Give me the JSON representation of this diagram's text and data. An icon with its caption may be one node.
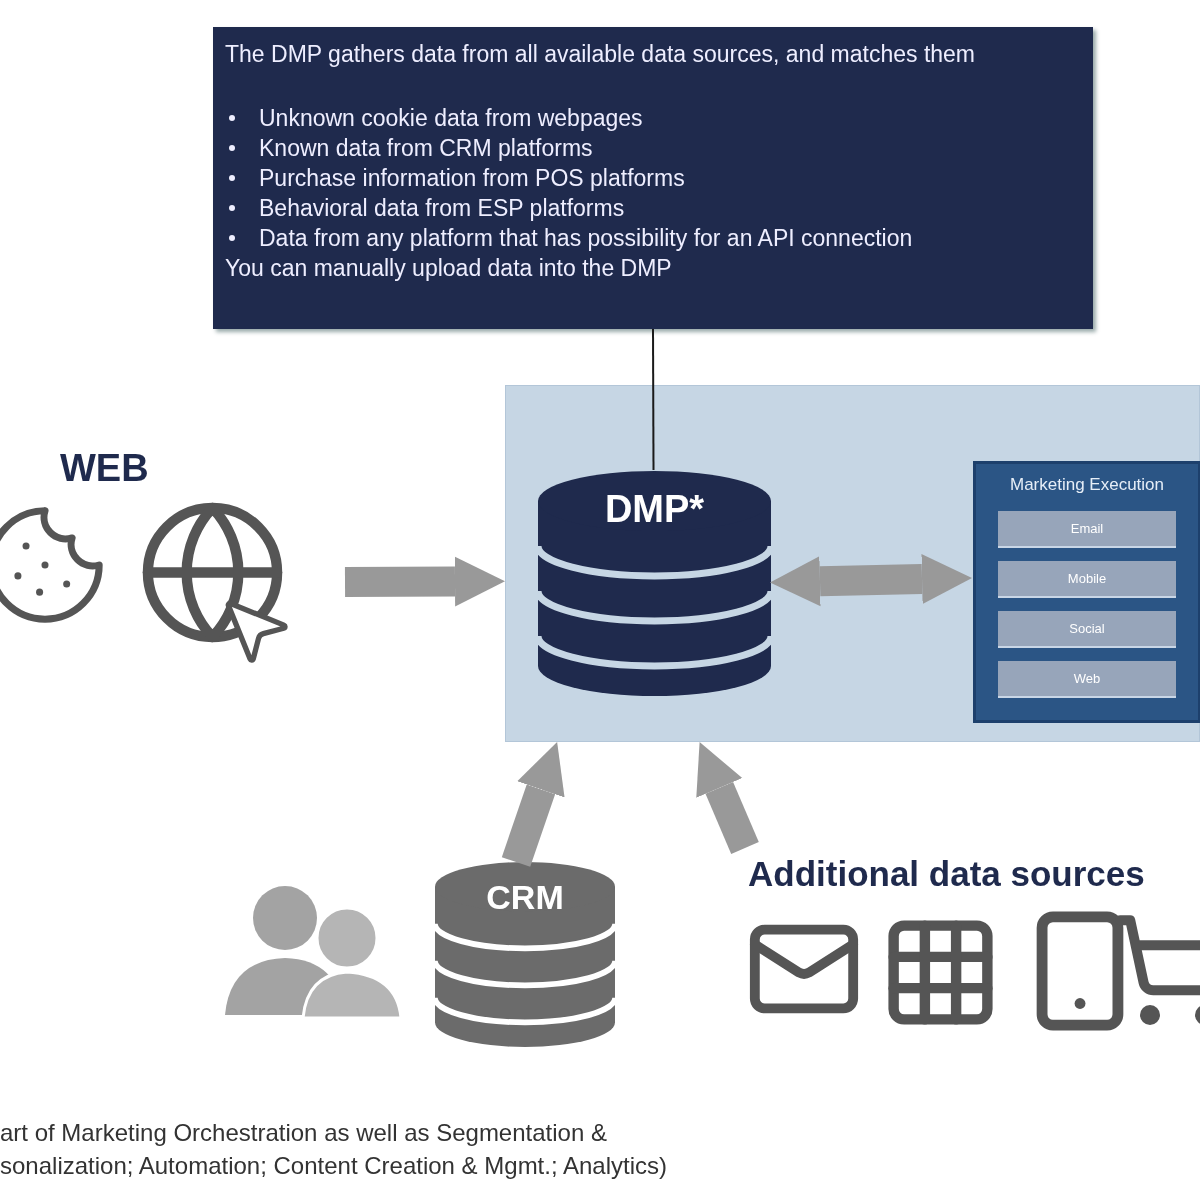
{
  "diagram": {
    "nodes": [
      {
        "text": [
          "The DMP gathers data from all available data sources, and matches them",
          "Unknown cookie data from webpages",
          "Known data from CRM platforms",
          "Purchase information from POS platforms",
          "Behavioral data from ESP platforms",
          "Data from any platform that has possibility for an API connection",
          "You can manually upload data into the DMP"
        ]
      },
      {
        "text": [],
        "shape": "box"
      },
      {
        "text": [
          "DMP*"
        ],
        "in": 1
      },
      {
        "text": [
          "Marketing Execution"
        ],
        "in": 1
      },
      {
        "text": [
          "Email"
        ],
        "in": 3
      },
      {
        "text": [
          "Mobile"
        ],
        "in": 3
      },
      {
        "text": [
          "Social"
        ],
        "in": 3
      },
      {
        "text": [
          "Web"
        ],
        "in": 3
      },
      {
        "text": [
          "WEB"
        ]
      },
      {
        "text": [
          "CRM"
        ]
      },
      {
        "text": [
          "Additional data sources"
        ]
      }
    ],
    "edges": [
      {
        "from": 0,
        "to": 2,
        "arrow": "none",
        "color": "#1a1a1a"
      },
      {
        "from": 8,
        "to": 1,
        "arrow": "to"
      },
      {
        "from": 2,
        "to": 3,
        "arrow": "both"
      },
      {
        "from": 9,
        "to": 1,
        "arrow": "to"
      },
      {
        "from": 10,
        "to": 1,
        "arrow": "to"
      }
    ],
    "labels": [
      "art of Marketing Orchestration as well as Segmentation & sonalization; Automation; Content Creation & Mgmt.; Analytics)"
    ]
  }
}
